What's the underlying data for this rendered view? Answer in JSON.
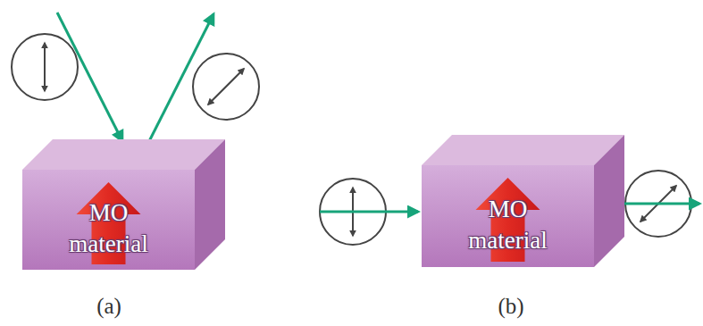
{
  "diagram": {
    "nodes": [
      {
        "text": [
          "MO material"
        ]
      },
      {
        "text": [
          "MO material"
        ]
      }
    ],
    "labels": [
      "(a)",
      "(b)"
    ]
  }
}
